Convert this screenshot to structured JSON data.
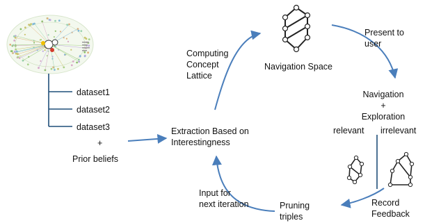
{
  "datasets": [
    "dataset1",
    "dataset2",
    "dataset3"
  ],
  "plus_sign": "+",
  "prior_beliefs": "Prior beliefs",
  "extraction_label": "Extraction Based on\nInterestingness",
  "computing_label": "Computing\nConcept\nLattice",
  "navigation_space_label": "Navigation Space",
  "present_label": "Present to\nuser",
  "navigation_label": "Navigation\n+\nExploration",
  "relevant_label": "relevant",
  "irrelevant_label": "irrelevant",
  "record_label": "Record\nFeedback",
  "pruning_label": "Pruning\ntriples",
  "input_label": "Input for\nnext iteration",
  "colors": {
    "arrow": "#4a7ebb",
    "line": "#1f4e79",
    "text": "#111111"
  }
}
